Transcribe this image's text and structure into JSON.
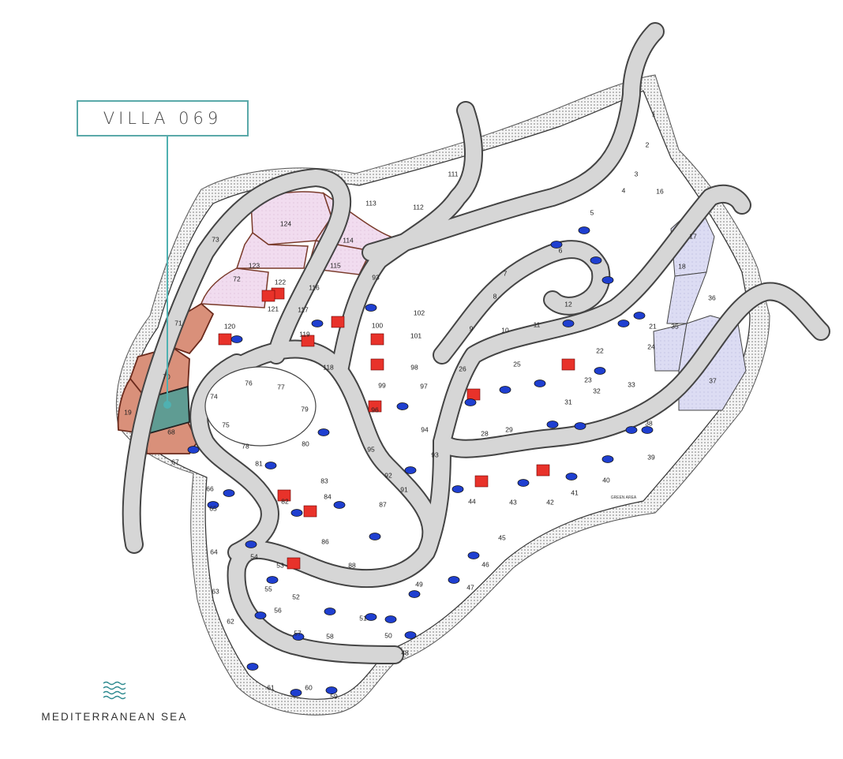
{
  "callout": {
    "label": "VILLA 069",
    "accent": "#5aa9a9"
  },
  "legend": {
    "sea_label": "MEDITERRANEAN SEA",
    "icon": "waves-icon"
  },
  "green_area_label": "GREEN AREA",
  "colors": {
    "selected": "#5f9c93",
    "sold_salmon": "#d9907a",
    "pink_zone": "#f1dcef",
    "blue_zone": "#dcdcf3",
    "road": "#d6d6d6",
    "roof": "#e8322a",
    "pool": "#1f3fd0"
  },
  "plots": [
    "1",
    "2",
    "3",
    "4",
    "5",
    "6",
    "7",
    "8",
    "9",
    "10",
    "11",
    "12",
    "16",
    "17",
    "18",
    "19",
    "21",
    "22",
    "23",
    "24",
    "25",
    "26",
    "28",
    "29",
    "31",
    "32",
    "33",
    "35",
    "36",
    "37",
    "38",
    "39",
    "40",
    "41",
    "42",
    "43",
    "44",
    "45",
    "46",
    "47",
    "48",
    "49",
    "50",
    "51",
    "52",
    "53",
    "54",
    "55",
    "56",
    "57",
    "58",
    "59",
    "60",
    "61",
    "62",
    "63",
    "64",
    "65",
    "66",
    "67",
    "68",
    "70",
    "71",
    "72",
    "73",
    "74",
    "75",
    "76",
    "77",
    "78",
    "79",
    "80",
    "81",
    "82",
    "83",
    "84",
    "86",
    "87",
    "88",
    "91",
    "92",
    "93",
    "94",
    "95",
    "96",
    "97",
    "98",
    "99",
    "100",
    "101",
    "102",
    "93",
    "111",
    "112",
    "113",
    "114",
    "115",
    "116",
    "117",
    "118",
    "119",
    "120",
    "121",
    "122",
    "123",
    "124"
  ]
}
